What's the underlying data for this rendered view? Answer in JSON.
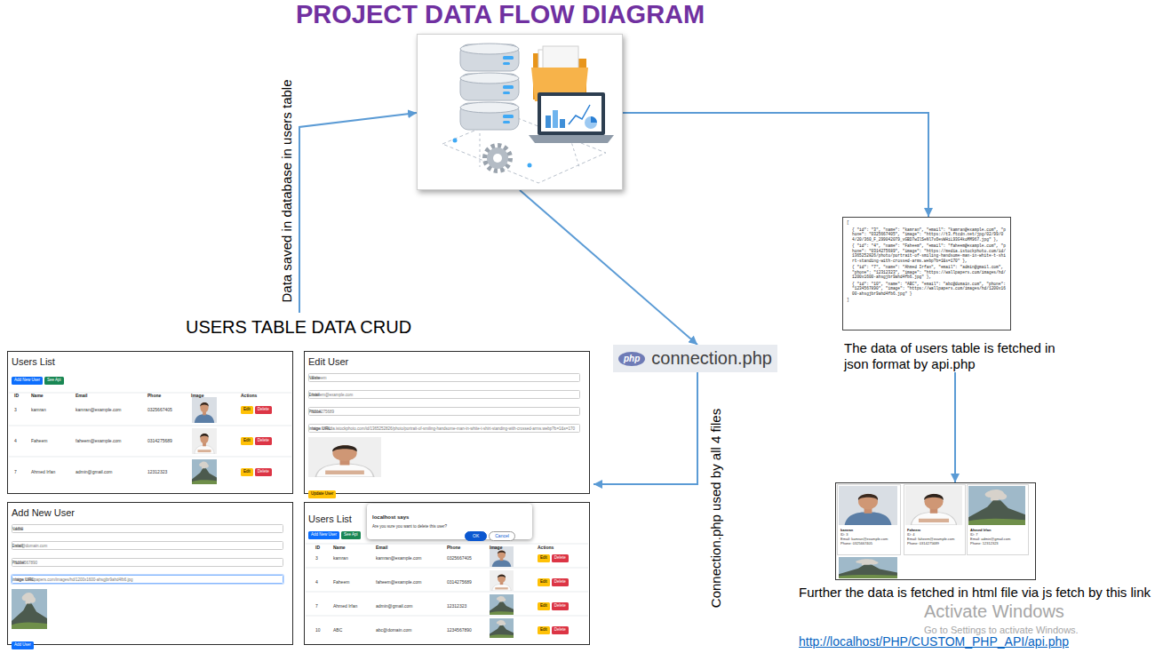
{
  "diagram": {
    "title": "PROJECT DATA FLOW DIAGRAM",
    "nodes": [
      {
        "text": []
      },
      {
        "text": [
          "[",
          "{ \"id\": \"3\", \"name\": \"kamran\", \"email\": \"kamran@example.com\", \"phone\": \"0325667405\", \"image\": \"https://t3.ftcdn.net/jpg/02/99/04/20/360_F_299042079_vGBD7wIlSeNl7vOevWHiL93G4koMM967.jpg\" },",
          "{ \"id\": \"4\", \"name\": \"Faheem\", \"email\": \"faheem@example.com\", \"phone\": \"0314275689\", \"image\": \"https://media.istockphoto.com/id/1365252826/photo/portrait-of-smiling-handsome-man-in-white-t-shirt-standing-with-crossed-arms.webp?b=1&s=170\" },",
          "{ \"id\": \"7\", \"name\": \"Ahmed Irfan\", \"email\": \"admin@gmail.com\", \"phone\": \"12312323\", \"image\": \"https://wallpapers.com/images/hd/1200x1600-ahsgjbr9ahd4fb6.jpg\" },",
          "{ \"id\": \"10\", \"name\": \"ABC\", \"email\": \"abc@domain.com\", \"phone\": \"1234567890\", \"image\": \"https://wallpapers.com/images/hd/1200x1600-ahsgjbr9ahd4fb6.jpg\" }",
          "]",
          "The data of users table is fetched in json format by api.php"
        ]
      },
      {
        "text": [
          "USERS TABLE DATA CRUD"
        ]
      },
      {
        "text": [
          "Users List",
          "Add New User",
          "See Api",
          "ID",
          "Name",
          "Email",
          "Phone",
          "Image",
          "Actions",
          "3",
          "kamran",
          "kamran@example.com",
          "0325667405",
          "Edit",
          "Delete",
          "4",
          "Faheem",
          "faheem@example.com",
          "0314275689",
          "Edit",
          "Delete",
          "7",
          "Ahmed Irfan",
          "admin@gmail.com",
          "12312323",
          "Edit",
          "Delete"
        ],
        "in": 2
      },
      {
        "text": [
          "Edit User",
          "Name",
          "Faheem",
          "Email",
          "faheem@example.com",
          "Phone",
          "0314275689",
          "Image URL:",
          "https://media.istockphoto.com/id/1365252826/photo/portrait-of-smiling-handsome-man-in-white-t-shirt-standing-with-crossed-arms.webp?b=1&s=170",
          "Update User"
        ],
        "in": 2
      },
      {
        "text": [
          "Add New User",
          "Name",
          "ABC",
          "Email",
          "abc@domain.com",
          "Phone",
          "1234567890",
          "Image URL:",
          "https://wallpapers.com/images/hd/1200x1600-ahsgjbr9ahd4fb6.jpg",
          "Add User"
        ],
        "in": 2
      },
      {
        "text": [
          "Users List",
          "Add New User",
          "See Api",
          "ID",
          "Name",
          "Email",
          "Phone",
          "Image",
          "Actions",
          "3",
          "kamran",
          "kamran@example.com",
          "0325667405",
          "Edit",
          "Delete",
          "4",
          "Faheem",
          "faheem@example.com",
          "0314275689",
          "Edit",
          "Delete",
          "7",
          "Ahmed Irfan",
          "admin@gmail.com",
          "12312323",
          "Edit",
          "Delete",
          "10",
          "ABC",
          "abc@domain.com",
          "1234567890",
          "Edit",
          "Delete"
        ],
        "in": 2
      },
      {
        "text": [
          "localhost says",
          "Are you sure you want to delete this user?",
          "OK",
          "Cancel"
        ],
        "in": 6
      },
      {
        "text": [
          "php",
          "connection.php"
        ]
      },
      {
        "text": []
      },
      {
        "text": [
          "kamran",
          "ID: 3",
          "Email: kamran@example.com",
          "Phone: 0325667405"
        ],
        "in": 9
      },
      {
        "text": [
          "Faheem",
          "ID: 4",
          "Email: faheem@example.com",
          "Phone: 0314275689"
        ],
        "in": 9
      },
      {
        "text": [
          "Ahmed Irfan",
          "ID: 7",
          "Email: admin@gmail.com",
          "Phone: 12312323"
        ],
        "in": 9
      }
    ],
    "edges": [
      {
        "from": 2,
        "to": 0,
        "arrow": "to",
        "label": "Data saved in database in users table"
      },
      {
        "from": 0,
        "to": 1,
        "arrow": "to"
      },
      {
        "from": 0,
        "to": 8,
        "arrow": "to"
      },
      {
        "from": 8,
        "to": 2,
        "arrow": "to",
        "label": "Connection.php used by all 4 files"
      },
      {
        "from": 1,
        "to": 9,
        "arrow": "to"
      }
    ],
    "labels": [
      "Further the data is fetched in html file via js fetch by this link",
      "http://localhost/PHP/CUSTOM_PHP_API/api.php",
      "Activate Windows",
      "Go to Settings to activate Windows."
    ]
  }
}
